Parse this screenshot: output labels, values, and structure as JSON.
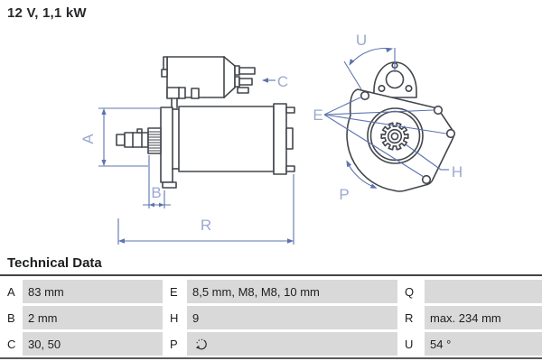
{
  "title": "12 V, 1,1 kW",
  "technical_data": {
    "heading": "Technical Data",
    "rows": [
      [
        {
          "key": "A",
          "value": "83 mm"
        },
        {
          "key": "E",
          "value": "8,5 mm, M8, M8, 10 mm"
        },
        {
          "key": "Q",
          "value": ""
        }
      ],
      [
        {
          "key": "B",
          "value": "2 mm"
        },
        {
          "key": "H",
          "value": "9"
        },
        {
          "key": "R",
          "value": "max. 234 mm"
        }
      ],
      [
        {
          "key": "C",
          "value": "30, 50"
        },
        {
          "key": "P",
          "value": "",
          "icon": "rotation-direction-cw-icon"
        },
        {
          "key": "U",
          "value": "54 °"
        }
      ]
    ]
  },
  "diagram": {
    "labels": {
      "A": "A",
      "B": "B",
      "C": "C",
      "E": "E",
      "H": "H",
      "P": "P",
      "R": "R",
      "U": "U"
    }
  },
  "colors": {
    "dimension_blue": "#5c74ae",
    "label_blue": "#9aa9ce",
    "outline_gray": "#42464c",
    "cell_gray": "#d9d9d9"
  }
}
